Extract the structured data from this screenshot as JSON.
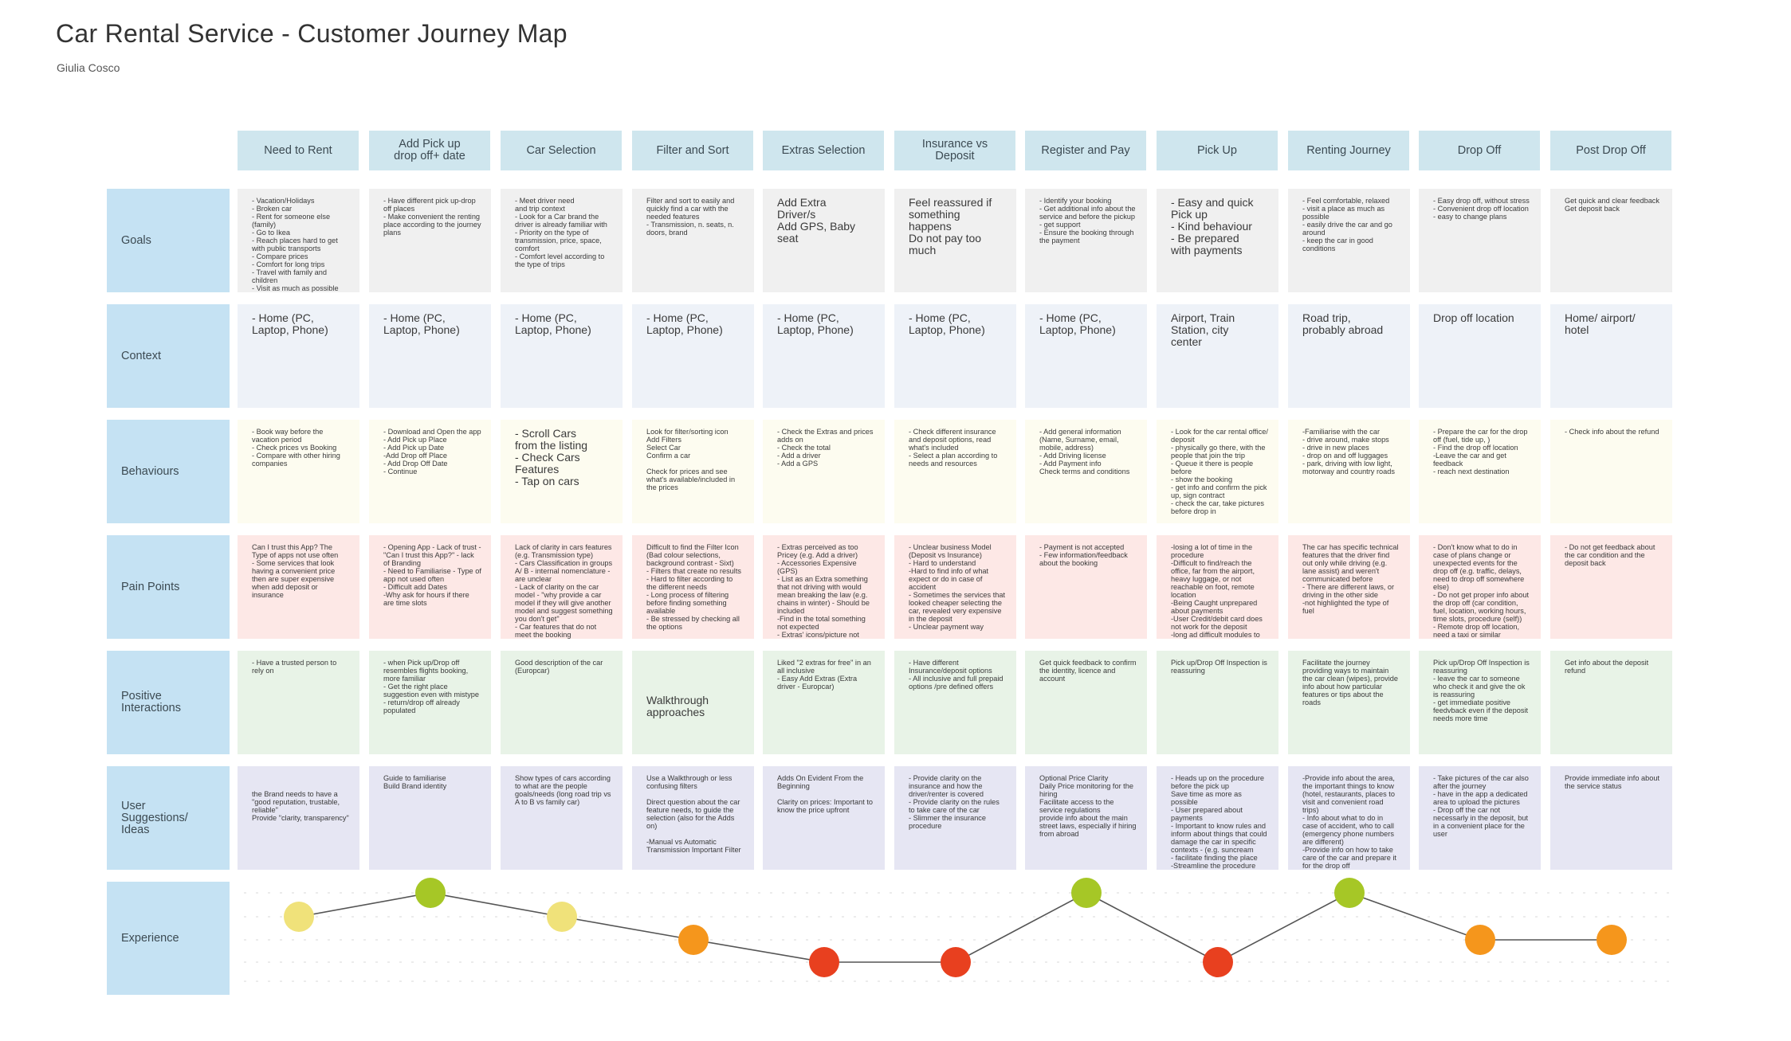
{
  "title": "Car Rental Service - Customer Journey Map",
  "author": "Giulia Cosco",
  "stages": [
    "Need to Rent",
    "Add Pick up\ndrop off+ date",
    "Car Selection",
    "Filter and Sort",
    "Extras Selection",
    "Insurance vs\nDeposit",
    "Register and Pay",
    "Pick Up",
    "Renting Journey",
    "Drop Off",
    "Post Drop Off"
  ],
  "rows": [
    {
      "label": "Goals",
      "cells": [
        "- Vacation/Holidays\n- Broken car\n- Rent for someone else (family)\n- Go to Ikea\n- Reach  places hard to get with public transports\n- Compare prices\n- Comfort for long trips\n- Travel with family and children\n- Visit as much as possible",
        "- Have different pick up-drop off places\n- Make convenient the renting place  according to the journey plans",
        "- Meet driver need\n and trip context\n - Look for a Car brand the driver is already familiar with\n- Priority on the type of transmission, price, space, comfort\n- Comfort level according to the type of trips",
        "Filter and sort to easily and quickly find a car with the needed features\n- Transmission, n. seats, n. doors, brand",
        "Add Extra\nDriver/s\nAdd GPS, Baby\nseat",
        "Feel reassured if\nsomething\nhappens\nDo not pay too\nmuch",
        "- Identify your booking\n- Get additional info about the service and before the pickup\n - get support\n- Ensure the booking through the payment",
        "- Easy and quick\nPick up\n- Kind behaviour\n- Be prepared\nwith payments",
        "- Feel comfortable, relaxed\n- visit a place as much as possible\n- easily drive the car and go around\n- keep the car in good conditions",
        "- Easy drop off, without stress\n-  Convenient drop off location\n- easy to change plans",
        "Get quick and clear feedback\nGet deposit back"
      ]
    },
    {
      "label": "Context",
      "cells": [
        "- Home (PC,\nLaptop, Phone)",
        "- Home (PC,\nLaptop, Phone)",
        "- Home (PC,\nLaptop, Phone)",
        "- Home (PC,\nLaptop, Phone)",
        "- Home (PC,\nLaptop, Phone)",
        "- Home (PC,\nLaptop, Phone)",
        "- Home (PC,\nLaptop, Phone)",
        "Airport, Train\nStation, city\ncenter",
        "Road trip,\nprobably abroad",
        "Drop off location",
        "Home/ airport/\nhotel"
      ]
    },
    {
      "label": "Behaviours",
      "cells": [
        "- Book way before the vacation period\n- Check prices vs Booking\n- Compare with other hiring companies",
        "- Download and Open the app\n - Add Pick up Place\n - Add Pick up Date\n -Add Drop off Place\n - Add Drop Off Date\n - Continue",
        "- Scroll Cars\nfrom the listing\n- Check Cars\nFeatures\n- Tap on cars",
        "Look for filter/sorting icon\nAdd Filters\nSelect Car\nConfirm a car\n\nCheck for prices and see what's available/included in the prices",
        "- Check the Extras and prices adds on\n - Check the total\n - Add a driver\n - Add a GPS",
        "- Check different insurance and deposit options, read what's included\n - Select a plan according to needs and resources",
        "- Add general information (Name, Surname, email, mobile, address)\n - Add Driving license\n - Add Payment info\nCheck terms and conditions",
        "- Look for the car rental office/ deposit\n- physically go there, with the people that join the trip\n- Queue it there is people before\n- show the booking\n- get info and  confirm the pick up, sign contract\n- check the car, take pictures before drop in",
        "-Familiarise with the car\n - drive around, make stops\n - drive in new places\n - drop on and off luggages\n - park, driving with low light, motorway and country roads",
        "- Prepare the car for the drop off (fuel, tide up, )\n - Find the drop off location\n -Leave the car and get feedback\n - reach next destination",
        "- Check info about the refund"
      ]
    },
    {
      "label": "Pain Points",
      "cells": [
        "Can I trust this App? The Type of apps not use often\n - Some services that look having a convenient price then are super expensive when add deposit or insurance",
        "- Opening App - Lack of trust - \"Can I trust this App?\" - lack of Branding\n- Need to Familiarise - Type of app not used often\n- Difficult add Dates\n-Why ask for hours if there are time slots",
        "Lack of clarity in cars features (e.g. Transmission type)\n- Cars Classification in groups A/ B - internal nomenclature - are unclear\n - Lack of clarity on the car model - \"why provide a car model if they will give another model and suggest something you don't get\"\n - Car features that do not meet the booking",
        "Difficult to find the Filter Icon (Bad colour selections, background contrast - Sixt)\n- Filters that create no results\n- Hard to filter according to the different needs\n- Long process of filtering before finding something available\n- Be stressed by checking all the options",
        "- Extras perceived as too Pricey (e.g. Add a driver)\n- Accessories Expensive (GPS)\n- List as an Extra something that not driving with would mean breaking the law (e.g. chains in winter) - Should be included\n-Find in the total something not expected\n- Extras' icons/picture not",
        "- Unclear business Model (Deposit vs Insurance)\n - Hard to understand\n -Hard to find info of what expect or do in case of accident\n - Sometimes the services that looked cheaper selecting the car, revealed very expensive in the deposit\n - Unclear payment way",
        "- Payment is not accepted\n- Few information/feedback about the booking",
        "-losing a lot of time in the procedure\n-Difficult to find/reach the office, far from the airport, heavy luggage, or not reachable on foot, remote location\n-Being Caught unprepared about payments\n-User Credit/debit card does not work for the deposit\n-long ad difficult modules to read, that are red without attention\n-Long of time-waste procedure\n-Have to wait/queue after a long travel\n-long insurance procedure\n-Lack of information clarity can bring lack of trust\n-\"the information you get online are not the same in the process, there is not very much explained\"",
        "The car has specific technical features that the driver find out only while driving (e.g. lane assist) and weren't communicated before\n - There are different laws, or driving in the other side\n -not highlighted the type of fuel",
        "- Don't know what to do in case of plans change or unexpected events for the drop off (e.g. traffic, delays, need to drop off somewhere else)\n- Do not get proper info about the drop off (car condition, fuel, location, working hours, time slots, procedure (self))\n- Remote drop off location, need a taxi or similar\n- Be overcharged for the fuel\n- do not get immediate feedback about the car condition after the drop off",
        "- Do not get feedback about the car condition and the deposit back"
      ]
    },
    {
      "label": "Positive\nInteractions",
      "cells": [
        "- Have a trusted person to rely on",
        "- when Pick up/Drop off resembles flights booking, more familiar\n - Get the right place suggestion even with mistype\n - return/drop off already populated",
        "Good description of the car (Europcar)",
        "\n\n\nWalkthrough\napproaches",
        "Liked \"2 extras for free\" in an all inclusive\n- Easy Add Extras (Extra driver - Europcar)",
        "- Have different Insurance/deposit options\n - All inclusive and full prepaid options /pre defined offers",
        "Get quick feedback to confirm the identity, licence and account",
        "Pick up/Drop Off Inspection is reassuring",
        "Facilitate the journey providing ways to maintain the car clean (wipes), provide info about how particular features or tips about the roads",
        "Pick up/Drop Off Inspection is reassuring\n - leave the car to someone who check it and give the ok is reassuring\n - get immediate positive feedvback even if the deposit needs more time",
        "Get info about the deposit refund"
      ]
    },
    {
      "label": "User\nSuggestions/\nIdeas",
      "cells": [
        "\n\nthe Brand needs to have a \"good reputation, trustable, reliable\"\nProvide \"clarity, transparency\"",
        "Guide to familiarise\nBuild Brand identity",
        "Show types of cars according to what are the people goals/needs (long road trip vs A to B vs family car)",
        "Use a Walkthrough or less confusing filters\n\nDirect question about the car feature needs, to guide the selection (also for the Adds on)\n\n-Manual vs Automatic Transmission Important Filter",
        "Adds On Evident From the Beginning\n\nClarity on prices: Important to know the price upfront",
        "- Provide clarity on the insurance and how the driver/renter is covered\n - Provide clarity on the rules to take care of the car\n - Slimmer the insurance procedure",
        "Optional Price Clarity\nDaily Price monitoring for the hiring\nFacilitate access to the service regulations\nprovide info about the main street laws, especially if hiring from abroad",
        "- Heads up on the procedure before the pick up\nSave time as more as possible\n- User prepared about payments\n- Important to know rules and inform about things that could damage the car in specific contexts - (e.g. suncream\n- facilitate finding the place\n-Streamline the procedure\n- check together the car and provide important info",
        "-Provide info about the area, the important things to know (hotel, restaurants, places to visit and convenient road trips)\n- Info about what to do in case of accident, who to call (emergency phone numbers are different)\n-Provide info on how to take care of the car and prepare it for the drop off",
        "- Take pictures of the car also after the journey\n - have in the app a dedicated area to upload the pictures\n - Drop off the car not necessarly in the deposit, but in a convenient place for the user",
        "Provide immediate info about the service status"
      ]
    }
  ],
  "experience": {
    "label": "Experience",
    "levels": [
      2,
      3,
      2,
      1,
      0,
      0,
      3,
      0,
      3,
      1,
      1
    ],
    "colors": [
      "#e8401f",
      "#f5961c",
      "#f0e27a",
      "#a6c726"
    ]
  }
}
